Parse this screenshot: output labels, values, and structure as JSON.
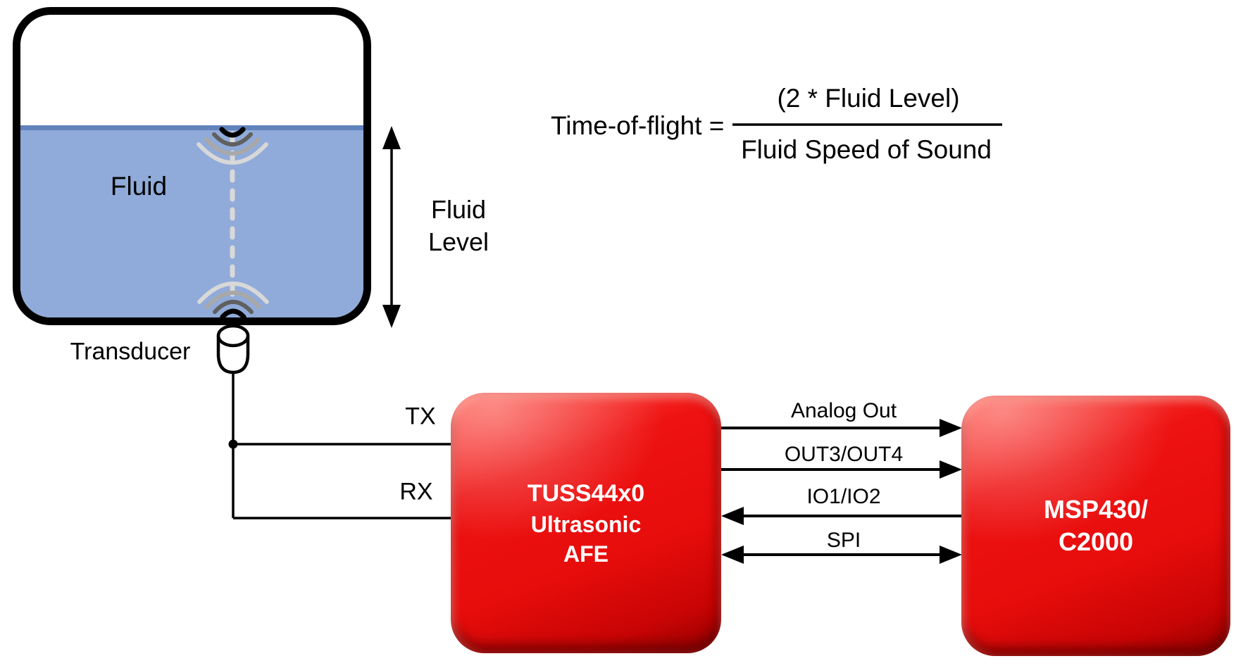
{
  "tank": {
    "fluid_label": "Fluid",
    "transducer_label": "Transducer",
    "fluid_color": "#90ABD9",
    "surface_line_color": "#6083BC"
  },
  "fluid_level": {
    "line1": "Fluid",
    "line2": "Level"
  },
  "formula": {
    "lhs": "Time-of-flight =",
    "numerator": "(2 * Fluid Level)",
    "denominator": "Fluid Speed of Sound"
  },
  "transducer_wires": {
    "tx_label": "TX",
    "rx_label": "RX"
  },
  "blocks": {
    "afe": {
      "line1": "TUSS44x0",
      "line2": "Ultrasonic",
      "line3": "AFE",
      "fill": "#E70D0C",
      "text_color": "#FFFFFF"
    },
    "mcu": {
      "line1": "MSP430/",
      "line2": "C2000",
      "fill": "#E70D0C",
      "text_color": "#FFFFFF"
    }
  },
  "buses": [
    {
      "label": "Analog Out",
      "direction": "afe-to-mcu"
    },
    {
      "label": "OUT3/OUT4",
      "direction": "afe-to-mcu"
    },
    {
      "label": "IO1/IO2",
      "direction": "mcu-to-afe"
    },
    {
      "label": "SPI",
      "direction": "bidirectional"
    }
  ]
}
